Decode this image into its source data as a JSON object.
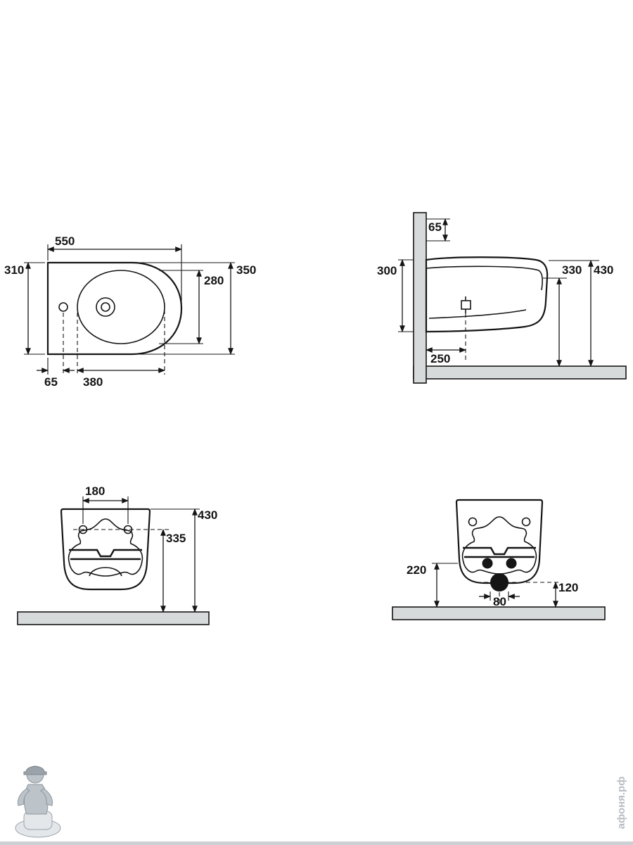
{
  "watermark": {
    "text": "афоня.рф"
  },
  "views": {
    "plan": {
      "dims": {
        "length": "550",
        "back_width": "310",
        "overall_width": "350",
        "bowl_width": "280",
        "tap_offset": "65",
        "bowl_length": "380"
      }
    },
    "side": {
      "dims": {
        "fixing_top": "65",
        "body_height": "300",
        "rim_inner_height": "330",
        "overall_height": "430",
        "drain_depth": "250"
      }
    },
    "front": {
      "dims": {
        "hole_spacing": "180",
        "overall_height": "430",
        "hole_height": "335"
      }
    },
    "rear": {
      "dims": {
        "fixing_height": "220",
        "drain_width": "80",
        "drain_height": "120"
      }
    }
  }
}
